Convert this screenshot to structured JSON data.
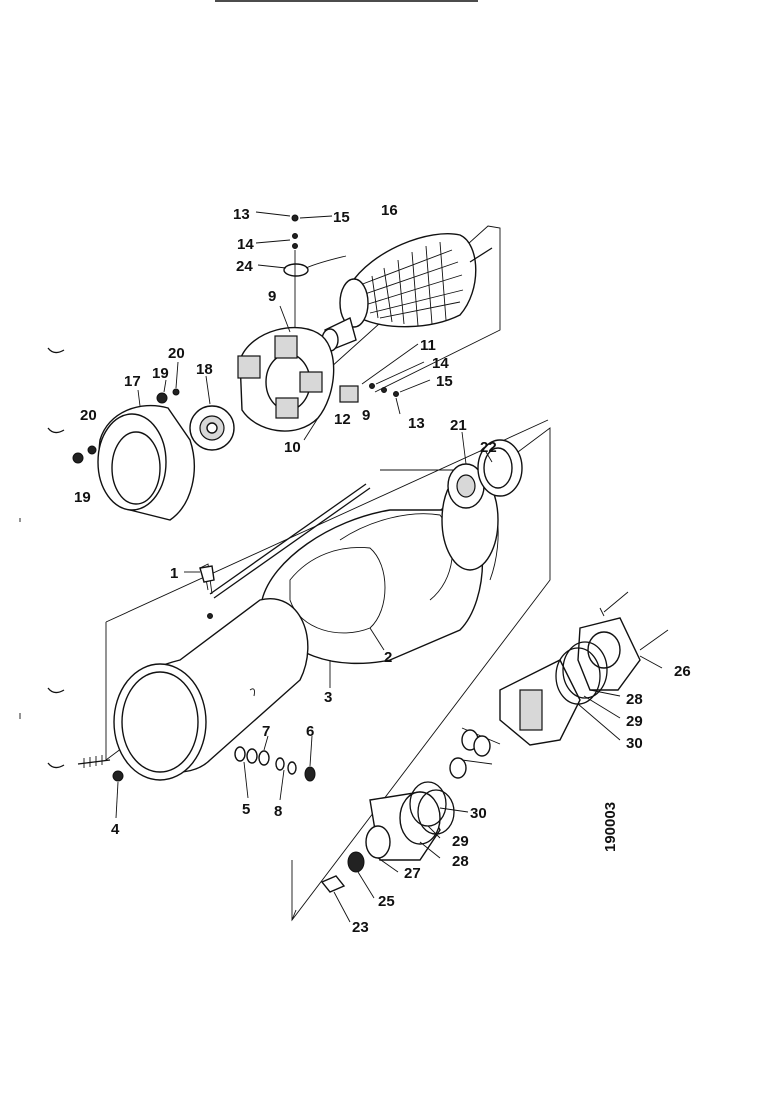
{
  "drawing_number": "190003",
  "callouts": [
    {
      "key": "13a",
      "text": "13"
    },
    {
      "key": "15a",
      "text": "15"
    },
    {
      "key": "16",
      "text": "16"
    },
    {
      "key": "14a",
      "text": "14"
    },
    {
      "key": "24",
      "text": "24"
    },
    {
      "key": "9a",
      "text": "9"
    },
    {
      "key": "20a",
      "text": "20"
    },
    {
      "key": "19a",
      "text": "19"
    },
    {
      "key": "18",
      "text": "18"
    },
    {
      "key": "17",
      "text": "17"
    },
    {
      "key": "11",
      "text": "11"
    },
    {
      "key": "14b",
      "text": "14"
    },
    {
      "key": "15b",
      "text": "15"
    },
    {
      "key": "12",
      "text": "12"
    },
    {
      "key": "9b",
      "text": "9"
    },
    {
      "key": "13b",
      "text": "13"
    },
    {
      "key": "10",
      "text": "10"
    },
    {
      "key": "20b",
      "text": "20"
    },
    {
      "key": "19b",
      "text": "19"
    },
    {
      "key": "21",
      "text": "21"
    },
    {
      "key": "22",
      "text": "22"
    },
    {
      "key": "1",
      "text": "1"
    },
    {
      "key": "2",
      "text": "2"
    },
    {
      "key": "3",
      "text": "3"
    },
    {
      "key": "26",
      "text": "26"
    },
    {
      "key": "28a",
      "text": "28"
    },
    {
      "key": "29a",
      "text": "29"
    },
    {
      "key": "30a",
      "text": "30"
    },
    {
      "key": "7",
      "text": "7"
    },
    {
      "key": "6",
      "text": "6"
    },
    {
      "key": "4",
      "text": "4"
    },
    {
      "key": "5",
      "text": "5"
    },
    {
      "key": "8",
      "text": "8"
    },
    {
      "key": "30b",
      "text": "30"
    },
    {
      "key": "29b",
      "text": "29"
    },
    {
      "key": "28b",
      "text": "28"
    },
    {
      "key": "27",
      "text": "27"
    },
    {
      "key": "25",
      "text": "25"
    },
    {
      "key": "23",
      "text": "23"
    }
  ]
}
